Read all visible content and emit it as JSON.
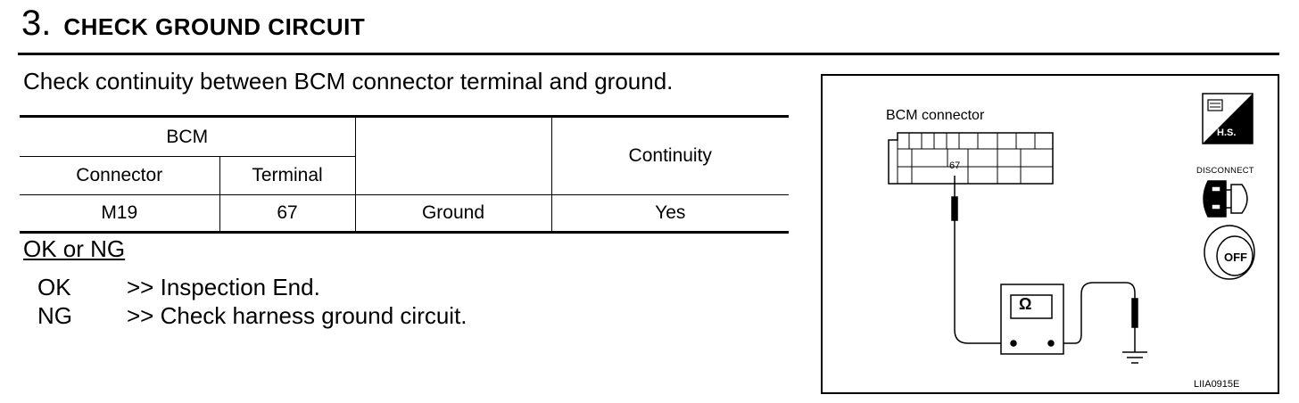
{
  "header": {
    "step_number": "3.",
    "title": "CHECK GROUND CIRCUIT"
  },
  "instruction": "Check continuity between BCM connector terminal and ground.",
  "table": {
    "group_header": "BCM",
    "col_connector": "Connector",
    "col_terminal": "Terminal",
    "col_continuity": "Continuity",
    "row": {
      "connector": "M19",
      "terminal": "67",
      "ground": "Ground",
      "continuity": "Yes"
    }
  },
  "ok_ng_label": "OK or NG",
  "results": [
    {
      "key": "OK",
      "text": ">> Inspection End."
    },
    {
      "key": "NG",
      "text": ">> Check harness ground circuit."
    }
  ],
  "figure": {
    "connector_label": "BCM connector",
    "pin_label": "67",
    "ohm_symbol": "Ω",
    "hs_text": "H.S.",
    "disconnect_label": "DISCONNECT",
    "figure_code": "LIIA0915E",
    "icons": [
      "hs-icon",
      "disconnect-icon",
      "ignition-off-icon"
    ]
  }
}
